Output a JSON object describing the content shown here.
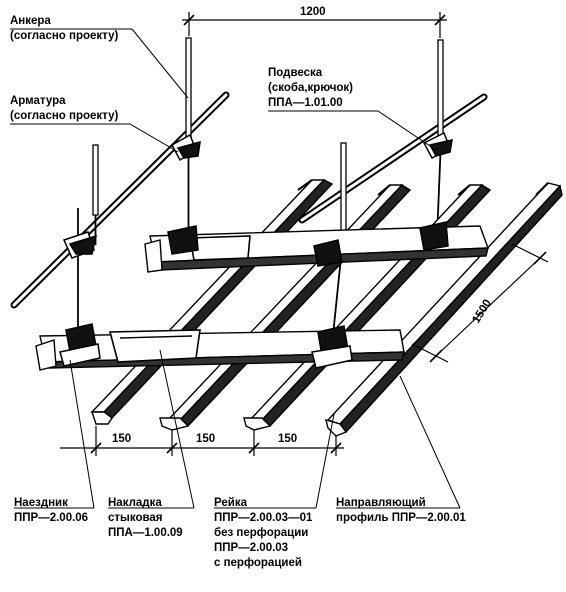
{
  "labels": {
    "anchors": {
      "line1": "Анкера",
      "line2": "(согласно проекту)"
    },
    "rebar": {
      "line1": "Арматура",
      "line2": "(согласно проекту)"
    },
    "hanger": {
      "line1": "Подвеска",
      "line2": "(скоба,крючок)",
      "line3": "ППА—1.01.00"
    },
    "rider": {
      "line1": "Наездник",
      "line2": "ППР—2.00.06"
    },
    "joint_plate": {
      "line1": "Накладка",
      "line2": "стыковая",
      "line3": "ППА—1.00.09"
    },
    "slat": {
      "line1": "Рейка",
      "line2": "ППР—2.00.03—01",
      "line3": "без перфорации",
      "line4": "ППР—2.00.03",
      "line5": "с перфорацией"
    },
    "guide_profile": {
      "line1": "Направляющий",
      "line2": "профиль ППР—2.00.01"
    }
  },
  "dimensions": {
    "top_span": "1200",
    "side_span": "1500",
    "pitch_1": "150",
    "pitch_2": "150",
    "pitch_3": "150"
  }
}
